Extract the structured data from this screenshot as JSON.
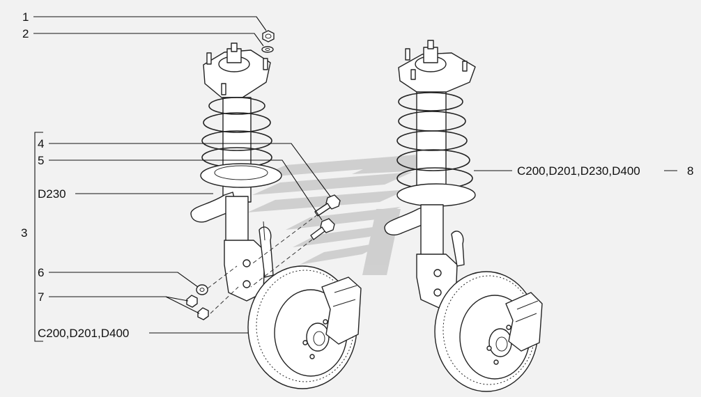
{
  "callouts": {
    "c1": "1",
    "c2": "2",
    "c3": "3",
    "c4": "4",
    "c5": "5",
    "c6": "6",
    "c7": "7",
    "c8": "8",
    "d230": "D230",
    "left_variants": "C200,D201,D400",
    "right_variants": "C200,D201,D230,D400"
  },
  "colors": {
    "background": "#f2f2f2",
    "ink": "#111111",
    "part_fill": "#ffffff",
    "watermark": "#bdbdbd"
  },
  "watermark": {
    "type": "logo-stripes"
  }
}
